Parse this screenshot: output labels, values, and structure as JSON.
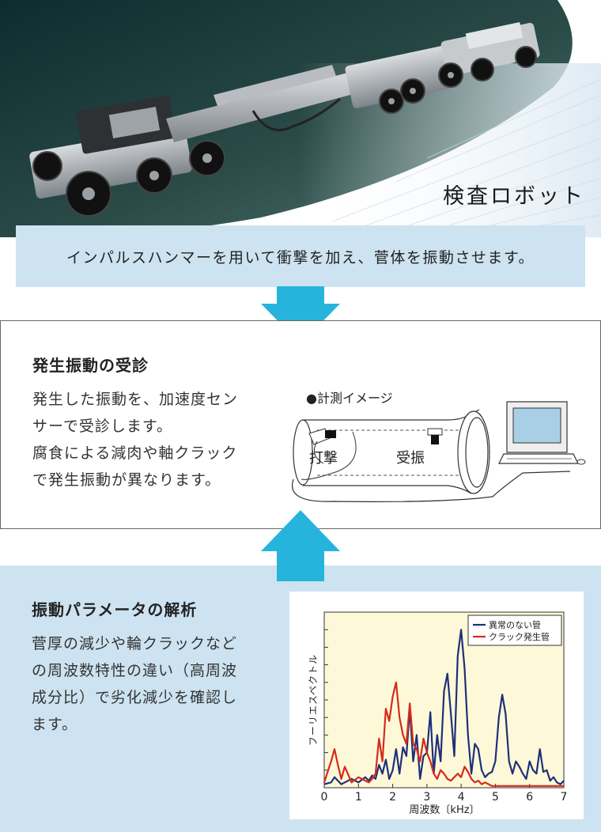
{
  "hero": {
    "caption": "検査ロボット"
  },
  "intro": {
    "text": "インパルスハンマーを用いて衝撃を加え、菅体を振動させます。"
  },
  "section1": {
    "title": "発生振動の受診",
    "lines": [
      "発生した振動を、加速度セン",
      "サーで受診します。",
      "腐食による減肉や軸クラック",
      "で発生振動が異なります。"
    ],
    "diagram": {
      "title": "●計測イメージ",
      "strike_label": "打撃",
      "receive_label": "受振"
    }
  },
  "section2": {
    "title": "振動パラメータの解析",
    "lines": [
      "菅厚の減少や輪クラックなど",
      "の周波数特性の違い（高周波",
      "成分比）で劣化減少を確認し",
      "ます。"
    ]
  },
  "colors": {
    "band": "#cde3f1",
    "arrow": "#27b4dc",
    "plot_bg": "#fdf9d8",
    "normal_series": "#1f2f7a",
    "crack_series": "#d62a1c"
  },
  "chart_data": {
    "type": "line",
    "title": "",
    "xlabel": "周波数〔kHz〕",
    "ylabel": "フーリエスペクトル",
    "xlim": [
      0,
      7
    ],
    "ylim": [
      0,
      10
    ],
    "xticks": [
      "0",
      "1",
      "2",
      "3",
      "4",
      "5",
      "6",
      "7"
    ],
    "grid": false,
    "legend_position": "top-right",
    "series": [
      {
        "name": "異常のない管",
        "color": "#1f2f7a",
        "x": [
          0,
          0.2,
          0.3,
          0.4,
          0.5,
          0.6,
          0.8,
          1.0,
          1.2,
          1.3,
          1.4,
          1.5,
          1.6,
          1.7,
          1.8,
          1.9,
          2.0,
          2.1,
          2.2,
          2.3,
          2.4,
          2.5,
          2.6,
          2.7,
          2.8,
          2.9,
          3.0,
          3.1,
          3.2,
          3.3,
          3.4,
          3.5,
          3.6,
          3.7,
          3.8,
          3.9,
          4.0,
          4.1,
          4.2,
          4.3,
          4.4,
          4.5,
          4.6,
          4.7,
          4.8,
          4.9,
          5.0,
          5.1,
          5.2,
          5.3,
          5.4,
          5.5,
          5.6,
          5.7,
          5.8,
          5.9,
          6.0,
          6.1,
          6.2,
          6.3,
          6.4,
          6.5,
          6.6,
          6.7,
          6.8,
          6.9,
          7.0
        ],
        "values": [
          0.2,
          0.3,
          0.6,
          0.4,
          0.2,
          0.3,
          0.5,
          0.3,
          0.6,
          0.4,
          0.7,
          0.5,
          1.3,
          0.8,
          1.6,
          0.5,
          1.0,
          2.2,
          0.8,
          2.3,
          1.8,
          4.5,
          1.5,
          3.0,
          0.5,
          1.8,
          2.0,
          4.3,
          0.8,
          3.0,
          1.5,
          5.5,
          6.5,
          4.2,
          1.8,
          7.5,
          9.0,
          6.8,
          3.0,
          0.8,
          2.5,
          2.2,
          1.0,
          0.6,
          0.8,
          0.9,
          1.5,
          4.0,
          5.3,
          4.2,
          1.5,
          0.8,
          1.5,
          1.2,
          0.8,
          0.5,
          1.5,
          1.0,
          0.8,
          2.2,
          0.9,
          1.0,
          0.4,
          0.6,
          0.3,
          0.2,
          0.4
        ]
      },
      {
        "name": "クラック発生管",
        "color": "#d62a1c",
        "x": [
          0,
          0.2,
          0.3,
          0.4,
          0.5,
          0.6,
          0.8,
          1.0,
          1.2,
          1.3,
          1.4,
          1.5,
          1.6,
          1.7,
          1.8,
          1.9,
          2.0,
          2.1,
          2.2,
          2.3,
          2.4,
          2.5,
          2.6,
          2.7,
          2.8,
          2.9,
          3.0,
          3.1,
          3.2,
          3.3,
          3.4,
          3.5,
          3.6,
          3.7,
          3.8,
          3.9,
          4.0,
          4.1,
          4.2,
          4.3,
          4.4,
          4.5,
          4.6,
          4.7,
          4.8,
          4.9,
          5.0,
          5.1,
          5.2,
          5.3,
          5.4,
          5.5,
          5.6,
          5.7,
          5.8,
          5.9,
          6.0,
          6.1,
          6.2,
          6.3,
          6.4,
          6.5,
          6.6,
          6.7,
          6.8,
          6.9,
          7.0
        ],
        "values": [
          0.3,
          1.5,
          2.2,
          1.3,
          0.5,
          1.2,
          0.3,
          0.6,
          0.4,
          0.3,
          0.5,
          0.8,
          2.8,
          1.5,
          4.5,
          3.8,
          5.2,
          6.0,
          4.0,
          3.0,
          2.5,
          4.8,
          2.5,
          2.2,
          1.5,
          2.8,
          2.0,
          1.5,
          0.8,
          0.5,
          1.0,
          0.8,
          0.5,
          0.4,
          0.6,
          0.8,
          0.6,
          1.2,
          0.9,
          0.5,
          0.3,
          0.4,
          0.2,
          0.3,
          0.2,
          0.1,
          0.1,
          0.1,
          0.1,
          0.1,
          0.1,
          0.1,
          0.1,
          0.1,
          0.1,
          0.1,
          0.1,
          0.1,
          0.1,
          0.1,
          0.1,
          0.1,
          0.1,
          0.1,
          0.1,
          0.1,
          0.1
        ]
      }
    ]
  }
}
